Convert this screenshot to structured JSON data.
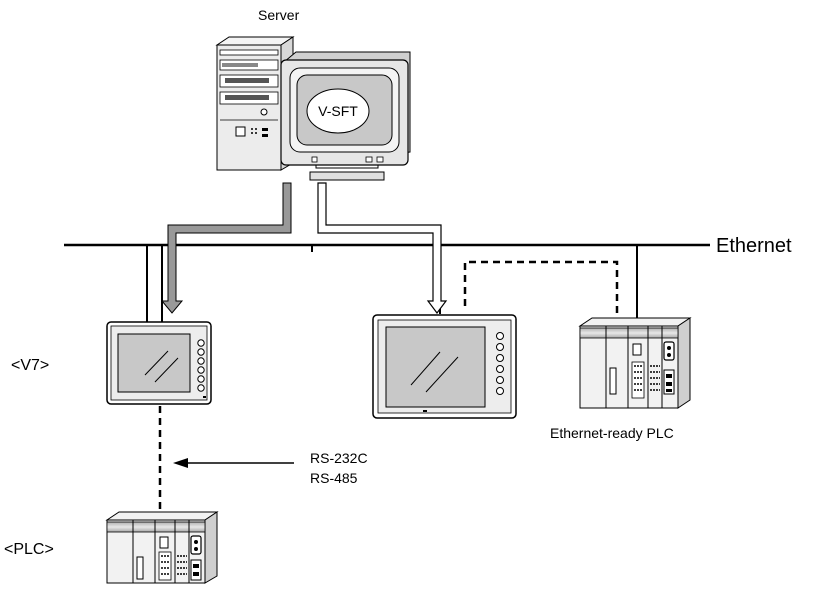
{
  "labels": {
    "server": "Server",
    "software": "V-SFT",
    "ethernet": "Ethernet",
    "v7": "<V7>",
    "plc": "<PLC>",
    "ethernet_plc": "Ethernet-ready PLC",
    "rs232c": "RS-232C",
    "rs485": "RS-485"
  },
  "colors": {
    "line": "#000000",
    "arrow_gray": "#999999",
    "screen_fill": "#c8c8c8",
    "monitor_bezel": "#e6e6e6",
    "tower_fill": "#ececec"
  },
  "icons": [
    "server-tower-icon",
    "monitor-icon",
    "hmi-panel-icon",
    "plc-rack-icon"
  ]
}
